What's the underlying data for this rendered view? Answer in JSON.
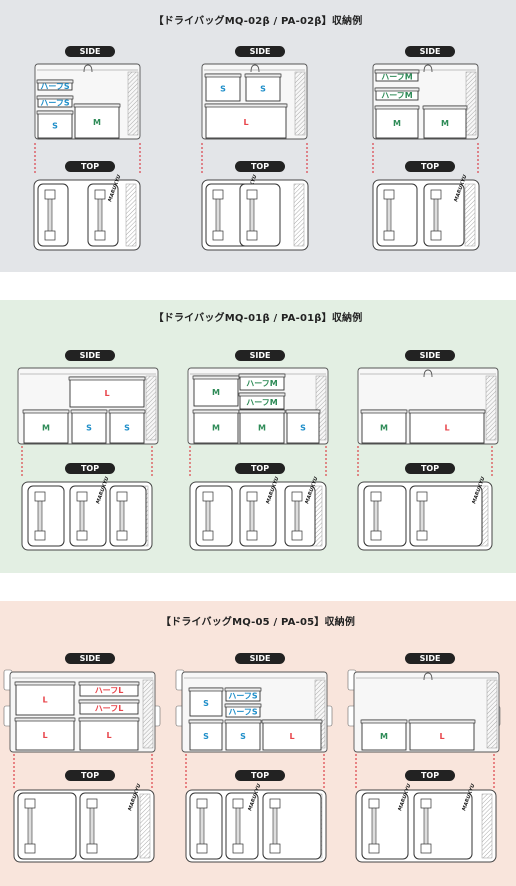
{
  "colors": {
    "panel1_bg": "#e3e5e8",
    "panel2_bg": "#e3efe3",
    "panel3_bg": "#f9e5dc",
    "label_M": "#2e8b57",
    "label_S": "#1e8ec9",
    "label_L": "#e8454b",
    "divider": "#d8202a"
  },
  "views": {
    "side": "SIDE",
    "top": "TOP"
  },
  "brand": "MARUKYU",
  "panels": [
    {
      "title": "【ドライバッグMQ-02β / PA-02β】収納例",
      "examples": [
        {
          "side_boxes": [
            "ハーフS",
            "ハーフS",
            "S",
            "M"
          ]
        },
        {
          "side_boxes": [
            "S",
            "S",
            "L"
          ]
        },
        {
          "side_boxes": [
            "ハーフM",
            "ハーフM",
            "M",
            "M"
          ]
        }
      ]
    },
    {
      "title": "【ドライバッグMQ-01β / PA-01β】収納例",
      "examples": [
        {
          "side_boxes": [
            "L",
            "M",
            "S",
            "S"
          ]
        },
        {
          "side_boxes": [
            "M",
            "ハーフM",
            "ハーフM",
            "M",
            "M",
            "S"
          ]
        },
        {
          "side_boxes": [
            "M",
            "L"
          ]
        }
      ]
    },
    {
      "title": "【ドライバッグMQ-05 / PA-05】収納例",
      "examples": [
        {
          "side_boxes": [
            "L",
            "ハーフL",
            "ハーフL",
            "L",
            "L"
          ]
        },
        {
          "side_boxes": [
            "S",
            "ハーフS",
            "ハーフS",
            "S",
            "S",
            "L"
          ]
        },
        {
          "side_boxes": [
            "M",
            "L"
          ]
        }
      ]
    }
  ]
}
